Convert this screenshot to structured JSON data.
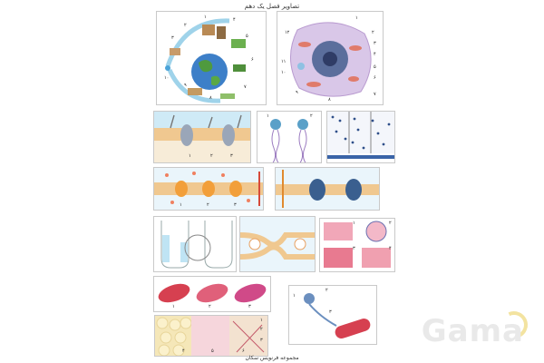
{
  "header": {
    "title": "تصاویر فصل یک دهم"
  },
  "footer": {
    "caption": "مجموعه فرنویس سکان"
  },
  "watermark": {
    "text": "Gama"
  },
  "colors": {
    "membrane": "#f0c890",
    "water": "#bfe4f4",
    "cell": "#5a7fa8",
    "muscle": "#d64050",
    "bone": "#f5e7b8",
    "nerve": "#6b8fbf"
  },
  "panel1_earth": {
    "numbers": [
      "۱",
      "۲",
      "۳",
      "۴",
      "۵",
      "۶",
      "۷",
      "۸",
      "۹",
      "۱۰"
    ]
  },
  "panel2_cell": {
    "numbers": [
      "۱",
      "۲",
      "۳",
      "۴",
      "۵",
      "۶",
      "۷",
      "۸",
      "۹",
      "۱۰",
      "۱۱",
      "۱۲"
    ]
  },
  "panel3_membrane": {
    "numbers": [
      "۱",
      "۲",
      "۳"
    ]
  },
  "panel4_lipid": {
    "numbers": [
      "۱",
      "۲"
    ]
  },
  "panel6_diffusion": {
    "numbers": [
      "۱",
      "۲",
      "۳"
    ]
  },
  "panel10_tissue": {
    "numbers": [
      "۱",
      "۲",
      "۳",
      "۴"
    ]
  },
  "panel12_muscle": {
    "numbers": [
      "۱",
      "۲",
      "۳"
    ]
  },
  "panel13_neuron": {
    "numbers": [
      "۱",
      "۲",
      "۳"
    ]
  },
  "panel14_fat": {
    "numbers": [
      "۱",
      "۲",
      "۳",
      "۴",
      "۵",
      "۶"
    ]
  }
}
